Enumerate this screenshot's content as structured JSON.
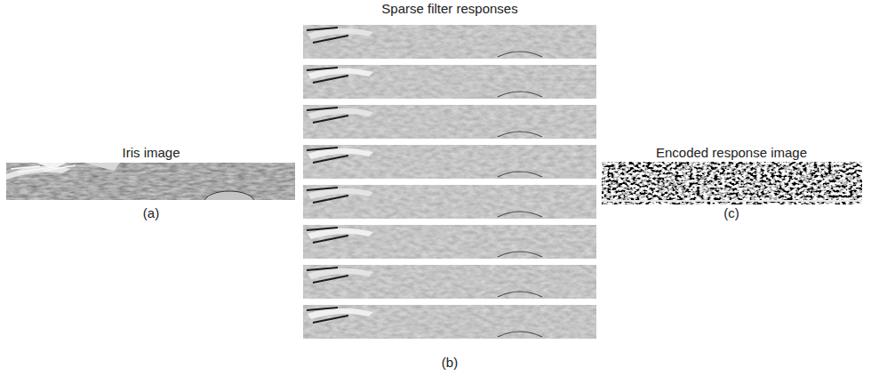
{
  "diagram": {
    "labels": [
      "Sparse filter responses",
      "Iris image",
      "(a)",
      "(b)",
      "Encoded response image",
      "(c)"
    ]
  }
}
